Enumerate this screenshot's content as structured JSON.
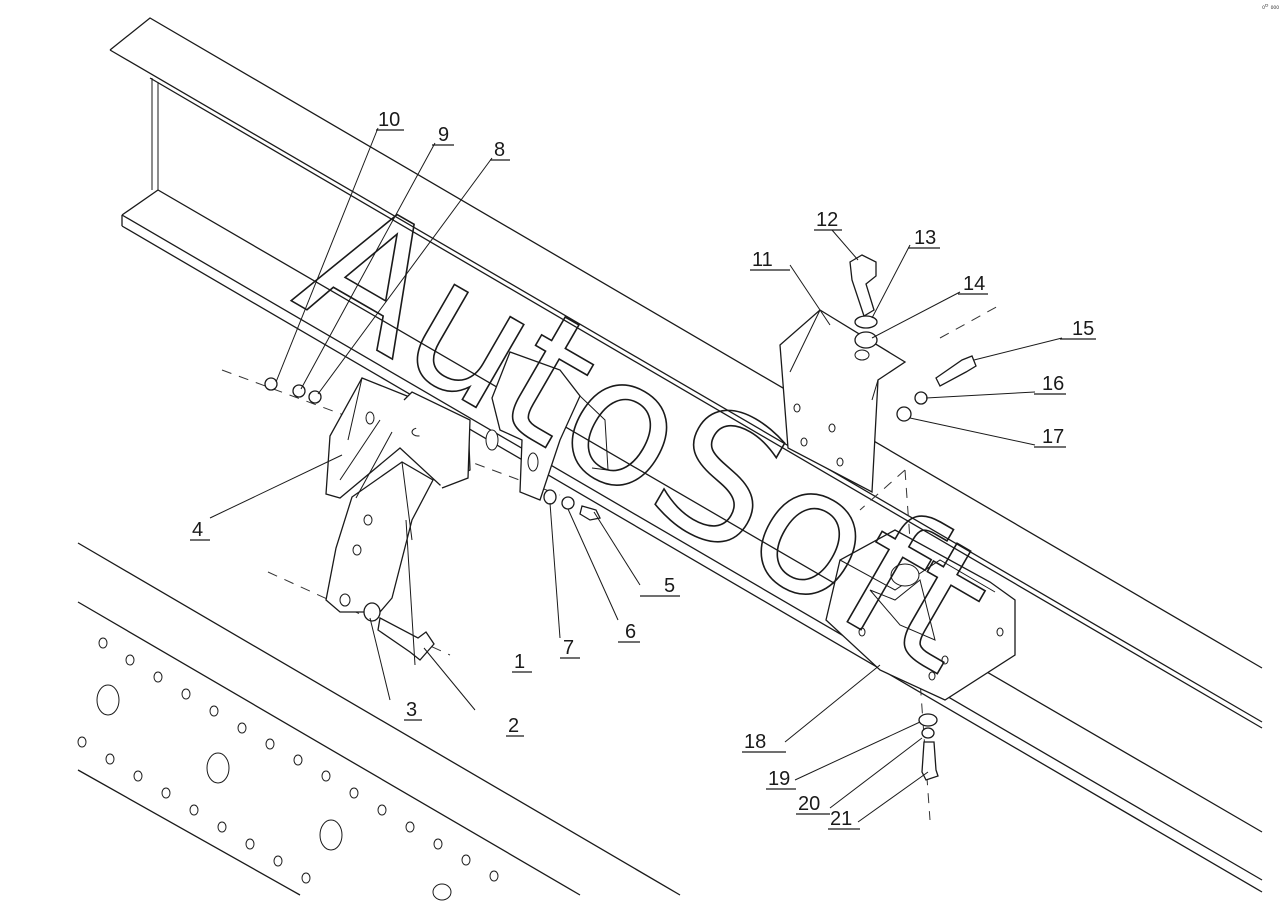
{
  "watermark": "AutoSoft",
  "corner_mark": "₀ᴰ ₀₀₀",
  "callouts": [
    "1",
    "2",
    "3",
    "4",
    "5",
    "6",
    "7",
    "8",
    "9",
    "10",
    "11",
    "12",
    "13",
    "14",
    "15",
    "16",
    "17",
    "18",
    "19",
    "20",
    "21"
  ]
}
